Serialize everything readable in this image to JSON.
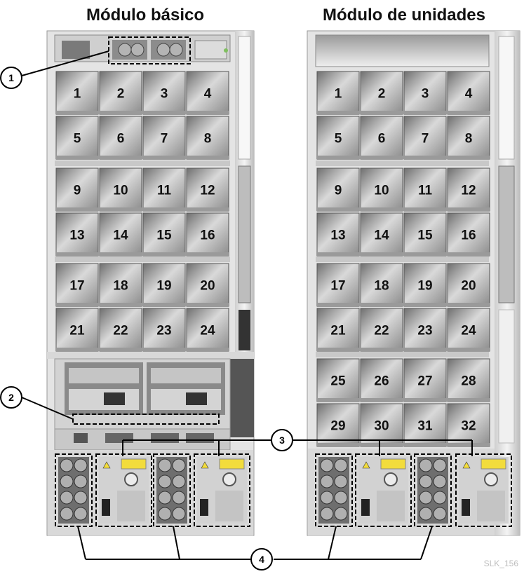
{
  "titles": {
    "base": "Módulo básico",
    "drive": "Módulo de unidades"
  },
  "base_module": {
    "slots": [
      "1",
      "2",
      "3",
      "4",
      "5",
      "6",
      "7",
      "8",
      "9",
      "10",
      "11",
      "12",
      "13",
      "14",
      "15",
      "16",
      "17",
      "18",
      "19",
      "20",
      "21",
      "22",
      "23",
      "24"
    ]
  },
  "drive_module": {
    "slots": [
      "1",
      "2",
      "3",
      "4",
      "5",
      "6",
      "7",
      "8",
      "9",
      "10",
      "11",
      "12",
      "13",
      "14",
      "15",
      "16",
      "17",
      "18",
      "19",
      "20",
      "21",
      "22",
      "23",
      "24",
      "25",
      "26",
      "27",
      "28",
      "29",
      "30",
      "31",
      "32"
    ]
  },
  "callouts": [
    "1",
    "2",
    "3",
    "4"
  ],
  "watermark": "SLK_156",
  "colors": {
    "cabinet": "#e6e6e6",
    "slot": "#b9b9b9",
    "dark": "#333333",
    "warning_label": "#f2dc3c"
  }
}
